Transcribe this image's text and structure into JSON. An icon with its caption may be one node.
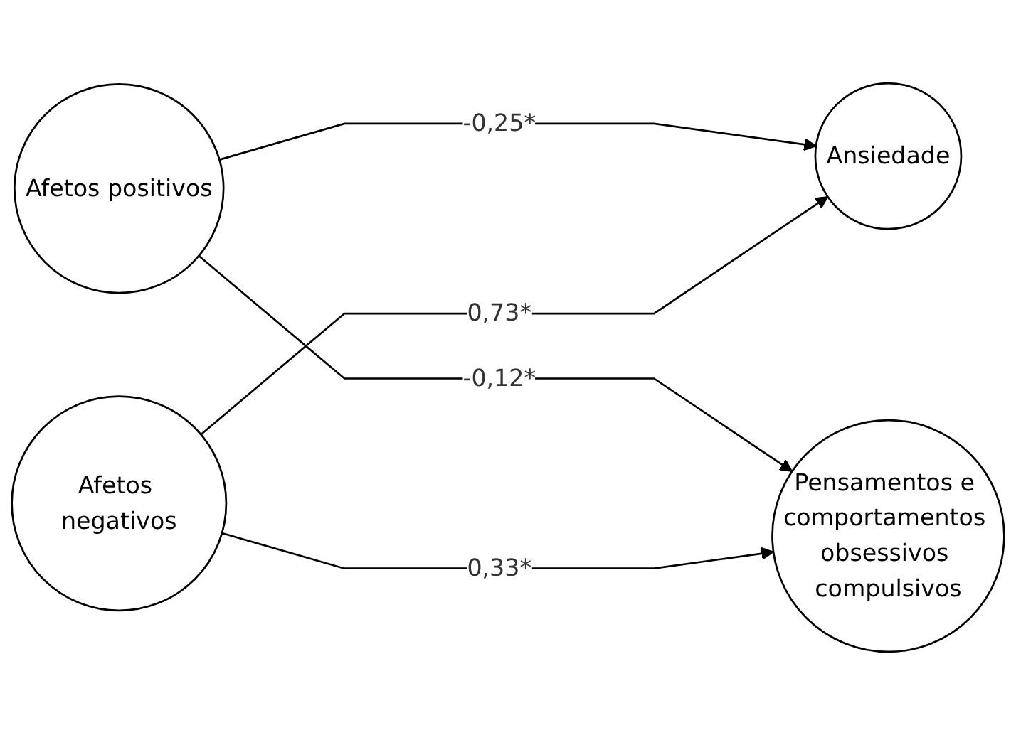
{
  "diagram": {
    "nodes": [
      {
        "text": [
          "Afetos positivos"
        ]
      },
      {
        "text": [
          "Ansiedade"
        ]
      },
      {
        "text": [
          "Afetos negativos"
        ]
      },
      {
        "text": [
          "Pensamentos e comportamentos obsessivos compulsivos"
        ]
      }
    ],
    "edges": [
      {
        "from": 0,
        "to": 1,
        "arrow": "to",
        "label": "-0,25*"
      },
      {
        "from": 0,
        "to": 3,
        "arrow": "to",
        "label": "-0,12*"
      },
      {
        "from": 2,
        "to": 1,
        "arrow": "to",
        "label": "0,73*"
      },
      {
        "from": 2,
        "to": 3,
        "arrow": "to",
        "label": "0,33*"
      }
    ]
  }
}
